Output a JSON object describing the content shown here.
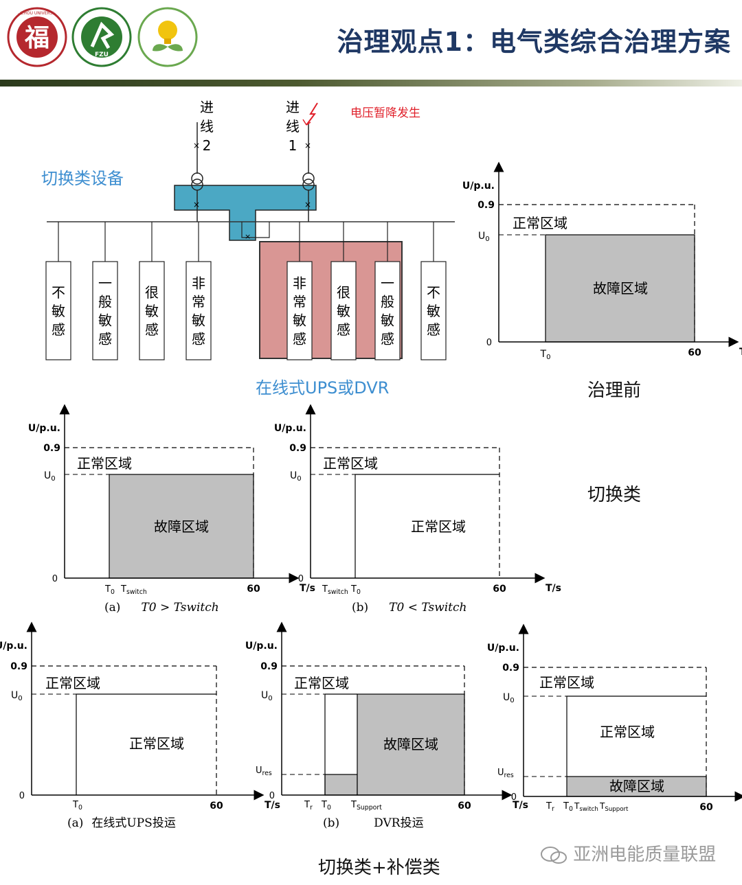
{
  "header": {
    "title": "治理观点1：电气类综合治理方案",
    "logos": [
      {
        "name": "fzu-fu-seal",
        "text": "福",
        "ring_text": "FUZHOU UNIVERSITY",
        "color": "#b5282e"
      },
      {
        "name": "fzu-energy-logo",
        "text": "FZU",
        "color": "#2e7d32"
      },
      {
        "name": "lightbulb-plant-logo",
        "color": "#f1c40f"
      }
    ]
  },
  "diagram": {
    "line2_label": [
      "进",
      "线",
      "2"
    ],
    "line1_label": [
      "进",
      "线",
      "1"
    ],
    "sag_label": "电压暂降发生",
    "switch_label": "切换类设备",
    "ups_label": "在线式UPS或DVR",
    "loads_left": [
      [
        "不",
        "敏",
        "感"
      ],
      [
        "一",
        "般",
        "敏",
        "感"
      ],
      [
        "很",
        "敏",
        "感"
      ],
      [
        "非",
        "常",
        "敏",
        "感"
      ]
    ],
    "loads_right": [
      [
        "非",
        "常",
        "敏",
        "感"
      ],
      [
        "很",
        "敏",
        "感"
      ],
      [
        "一",
        "般",
        "敏",
        "感"
      ],
      [
        "不",
        "敏",
        "感"
      ]
    ],
    "colors": {
      "switch_box": "#4ba8c4",
      "ups_box": "#d99694",
      "sag": "#e0202a"
    }
  },
  "charts": {
    "common": {
      "ylabel": "U/p.u.",
      "xlabel": "T/s",
      "y09": "0.9",
      "u0": "U",
      "u0_sub": "0",
      "zero": "0",
      "x60": "60",
      "normal": "正常区域",
      "fault": "故障区域",
      "ures": "U",
      "ures_sub": "res"
    },
    "c1": {
      "caption": "治理前",
      "t0": "T",
      "t0_sub": "0"
    },
    "c2": {
      "t0": "T",
      "t0_sub": "0",
      "tsw": "T",
      "tsw_sub": "switch",
      "sub_label": "(a)",
      "sub_formula": "T0 > Tswitch"
    },
    "c3": {
      "t0": "T",
      "t0_sub": "0",
      "tsw": "T",
      "tsw_sub": "switch",
      "sub_label": "(b)",
      "sub_formula": "T0 < Tswitch"
    },
    "middle_caption": "切换类",
    "c4": {
      "t0": "T",
      "t0_sub": "0",
      "sub_label": "(a)",
      "sub_text": "在线式UPS投运"
    },
    "c5": {
      "tr": "T",
      "tr_sub": "r",
      "t0": "T",
      "t0_sub": "0",
      "tsup": "T",
      "tsup_sub": "Support",
      "sub_label": "(b)",
      "sub_text": "DVR投运"
    },
    "c6": {
      "tr": "T",
      "tr_sub": "r",
      "t0": "T",
      "t0_sub": "0",
      "tsw": "T",
      "tsw_sub": "switch",
      "tsup": "T",
      "tsup_sub": "Support"
    },
    "bottom_caption": "切换类+补偿类",
    "colors": {
      "fault_fill": "#c0c0c0"
    }
  },
  "watermark": {
    "text": "亚洲电能质量联盟"
  }
}
